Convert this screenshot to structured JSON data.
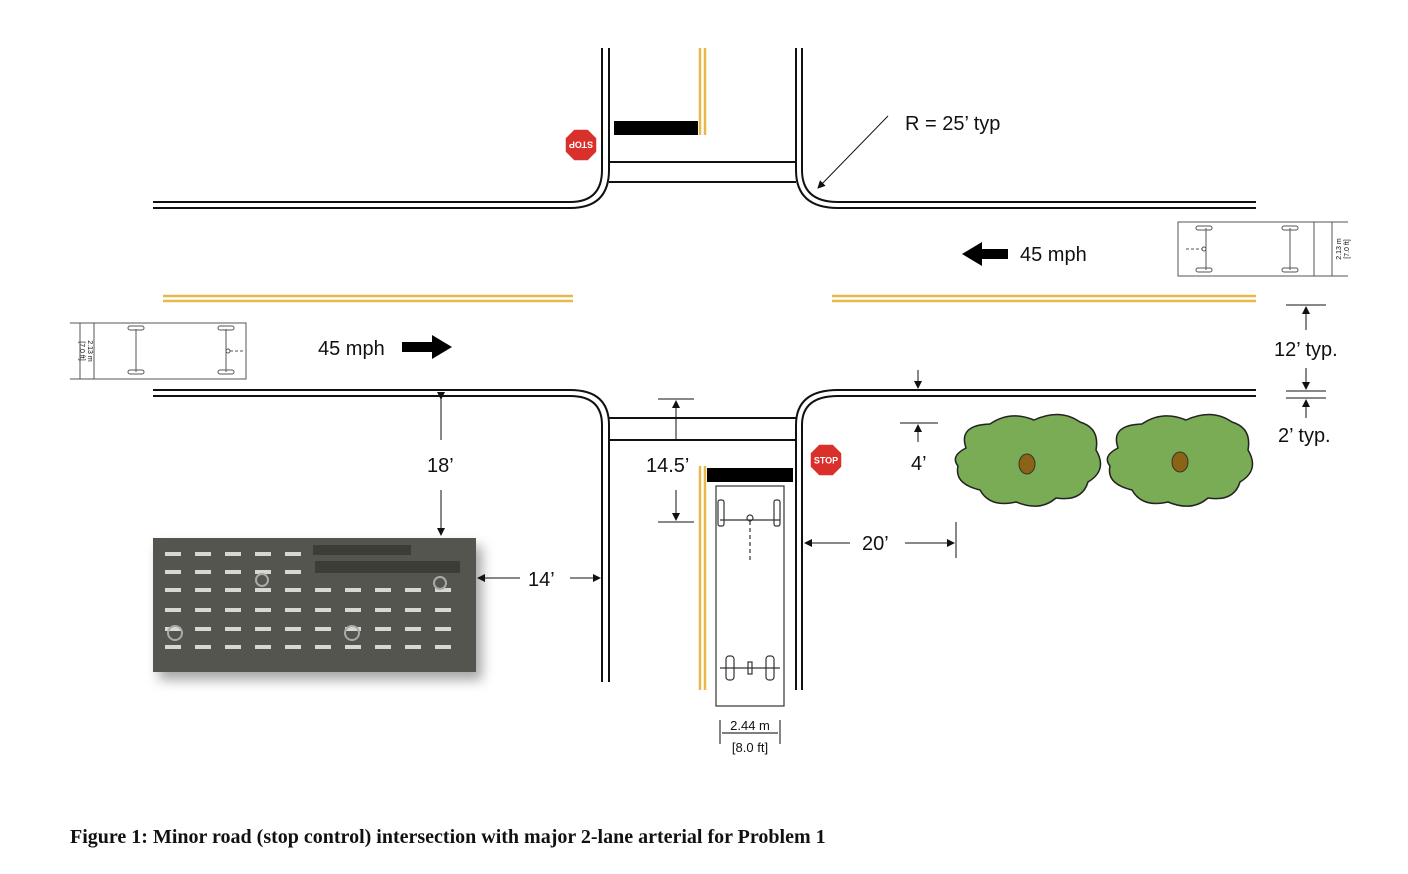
{
  "radius_label": "R = 25’ typ",
  "speed_westbound": "45 mph",
  "speed_eastbound": "45 mph",
  "lane_width_label": "12’ typ.",
  "shoulder_label": "2’ typ.",
  "setback_18": "18’",
  "setback_14": "14’",
  "stopbar_offset": "14.5’",
  "offset_4": "4’",
  "offset_20": "20’",
  "truck_width_m": "2.44 m",
  "truck_width_ft": "[8.0 ft]",
  "car_width_m": "2.13 m",
  "car_width_ft": "[7.0 ft]",
  "stop_sign_text": "STOP",
  "caption": "Figure 1:  Minor road (stop control) intersection with major 2-lane arterial for Problem 1",
  "colors": {
    "yellow_line": "#e8b84a",
    "tree_green": "#7aab55",
    "tree_trunk": "#8a6414",
    "stop_red": "#d9302c",
    "parking_lot": "#55554f"
  }
}
